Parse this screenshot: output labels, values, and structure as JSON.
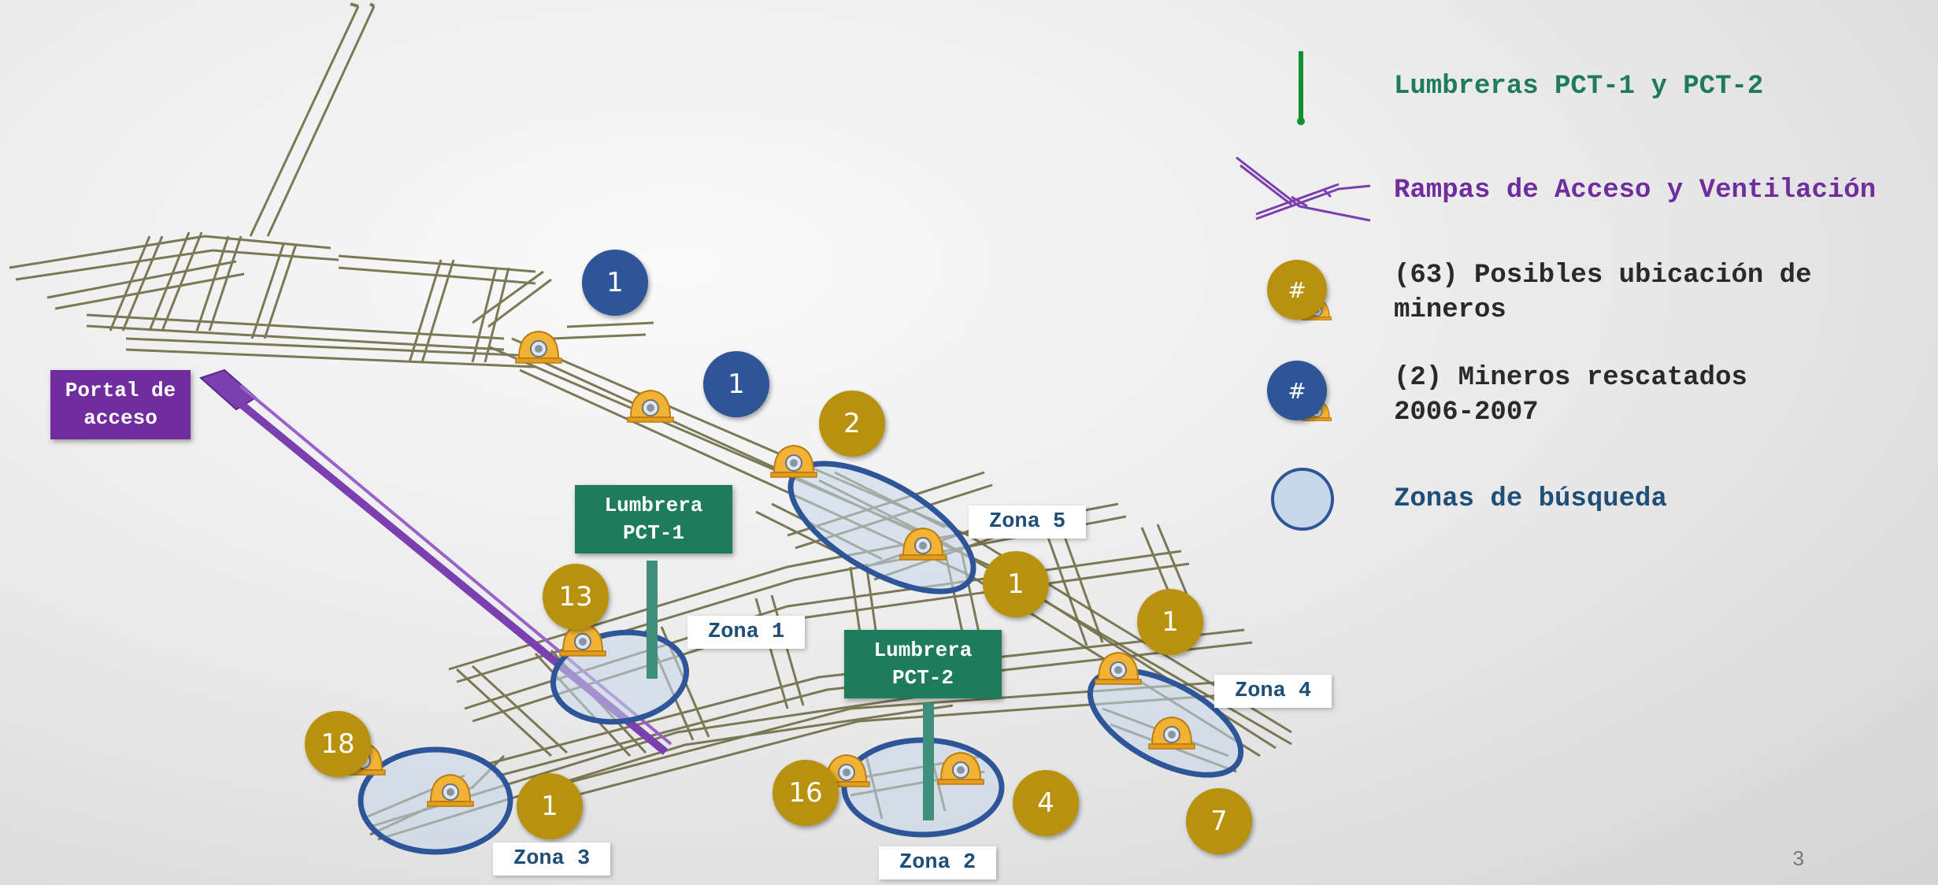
{
  "colors": {
    "gold": "#b8920e",
    "blue": "#2e5597",
    "green": "#1e7b5c",
    "purple": "#6f2d9e",
    "zone_fill": "#c7d7ea",
    "zone_border": "#2e5597",
    "tunnel": "#6e6c45"
  },
  "legend": {
    "shafts": "Lumbreras PCT-1 y PCT-2",
    "ramps": "Rampas de Acceso y Ventilación",
    "possible_miners_line1": "(63) Posibles ubicación de",
    "possible_miners_line2": "mineros",
    "rescued_line1": "(2) Mineros rescatados",
    "rescued_line2": "2006-2007",
    "icon_symbol": "#",
    "zones": "Zonas de búsqueda"
  },
  "labels": {
    "portal_line1": "Portal de",
    "portal_line2": "acceso",
    "pct1_line1": "Lumbrera",
    "pct1_line2": "PCT-1",
    "pct2_line1": "Lumbrera",
    "pct2_line2": "PCT-2"
  },
  "zones": {
    "zona1": "Zona 1",
    "zona2": "Zona 2",
    "zona3": "Zona 3",
    "zona4": "Zona 4",
    "zona5": "Zona 5"
  },
  "counts": {
    "blue_top": "1",
    "blue_mid": "1",
    "gold_2": "2",
    "gold_13": "13",
    "gold_1_zone5": "1",
    "gold_1_right": "1",
    "gold_18": "18",
    "gold_1_zone3": "1",
    "gold_16": "16",
    "gold_4": "4",
    "gold_7": "7"
  },
  "page_number": "3"
}
